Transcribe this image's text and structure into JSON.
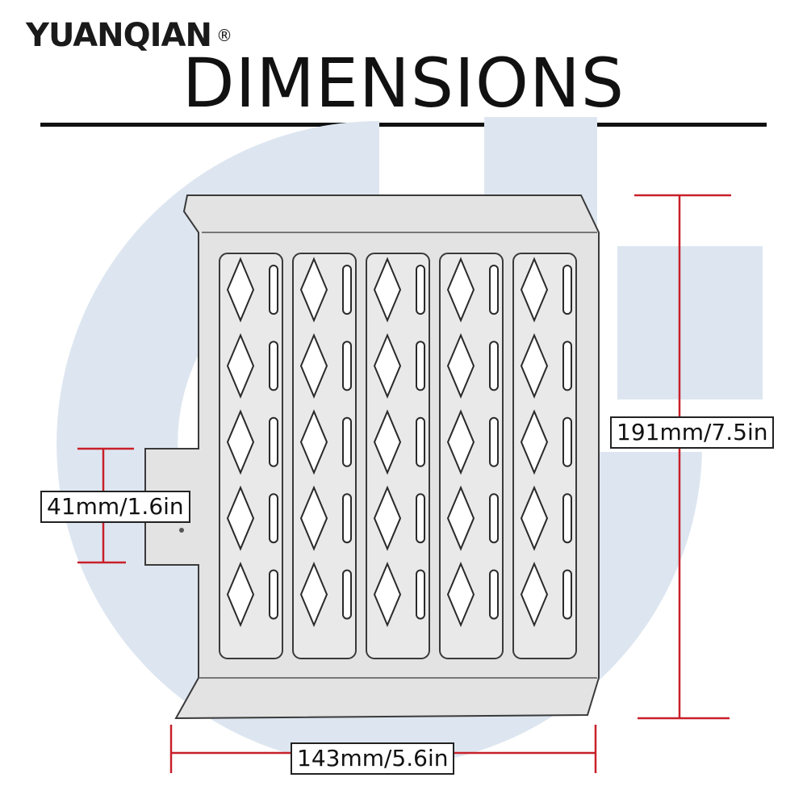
{
  "brand": {
    "name": "YUANQIAN",
    "registered_mark": "®"
  },
  "title": "DIMENSIONS",
  "dimensions": {
    "height": "191mm/7.5in",
    "width": "143mm/5.6in",
    "tab_height": "41mm/1.6in"
  },
  "colors": {
    "dimension_line": "#c8202a",
    "watermark": "#dde6f0",
    "plate": "#e3e3e3",
    "outline": "#3a3a3a"
  },
  "product": {
    "columns": 5,
    "diamond_rows": 5
  }
}
